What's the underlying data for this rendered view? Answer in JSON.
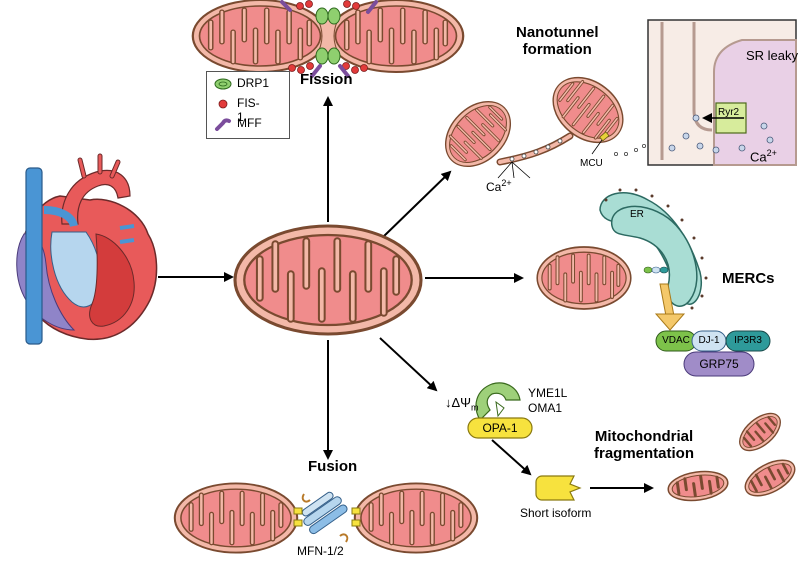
{
  "labels": {
    "fission": "Fission",
    "fusion": "Fusion",
    "nanotunnel": "Nanotunnel\nformation",
    "mercs": "MERCs",
    "mito_frag": "Mitochondrial\nfragmentation",
    "sr_leaky": "SR leaky",
    "ryr2": "Ryr2",
    "ca_sr": "Ca",
    "ca_tunnel": "Ca",
    "ca_sup": "2+",
    "mcu": "MCU",
    "er": "ER",
    "yme1l": "YME1L",
    "oma1": "OMA1",
    "opa1": "OPA-1",
    "short_isoform": "Short isoform",
    "mfn": "MFN-1/2",
    "delta_psi": "↓ΔΨ",
    "delta_psi_sub": "m"
  },
  "legend": [
    {
      "label": "DRP1",
      "icon": "drp1-ring",
      "color": "#8fcf6f"
    },
    {
      "label": "FIS-1",
      "icon": "fis1-dot",
      "color": "#e23b3b"
    },
    {
      "label": "MFF",
      "icon": "mff-hook",
      "color": "#a77ac9"
    }
  ],
  "complex": {
    "vdac": "VDAC",
    "dj1": "DJ-1",
    "ip3r3": "IP3R3",
    "grp75": "GRP75"
  },
  "colors": {
    "mito_fill": "#f08c8c",
    "mito_stroke": "#7a4a30",
    "mito_outer": "#f3b8a8",
    "er_fill": "#a9ddd4",
    "sr_fill": "#f7ece6",
    "opa1": "#f7e23e",
    "vdac": "#7dc24a",
    "dj1": "#cfe3f2",
    "ip3r3": "#2e9a9a",
    "grp75": "#a08cc8"
  }
}
